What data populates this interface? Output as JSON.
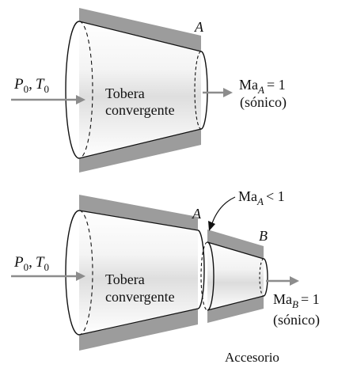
{
  "colors": {
    "wall": "#9c9c9c",
    "flow_light": "#fbfbfb",
    "flow_dark": "#d9d9d9",
    "arrow": "#8c8c8c",
    "ink": "#111111"
  },
  "top": {
    "section_label": "A",
    "inlet": {
      "p": "P",
      "p_sub": "0",
      "sep": ",",
      "t": "T",
      "t_sub": "0"
    },
    "nozzle_line1": "Tobera",
    "nozzle_line2": "convergente",
    "mach": {
      "ma": "Ma",
      "sub": "A",
      "rel": "= 1"
    },
    "state": "(sónico)"
  },
  "bottom": {
    "section_a": "A",
    "section_b": "B",
    "inlet": {
      "p": "P",
      "p_sub": "0",
      "sep": ",",
      "t": "T",
      "t_sub": "0"
    },
    "nozzle_line1": "Tobera",
    "nozzle_line2": "convergente",
    "callout": {
      "ma": "Ma",
      "sub": "A",
      "rel": "< 1"
    },
    "mach": {
      "ma": "Ma",
      "sub": "B",
      "rel": "= 1"
    },
    "state": "(sónico)",
    "attachment_label": "Accesorio"
  }
}
